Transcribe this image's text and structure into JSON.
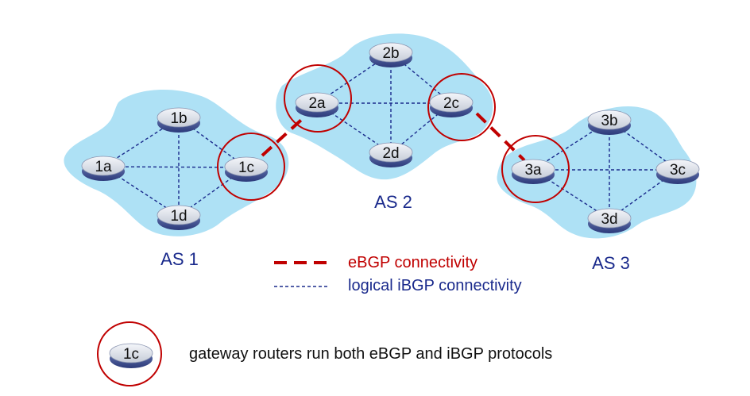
{
  "as_labels": {
    "as1": "AS 1",
    "as2": "AS 2",
    "as3": "AS 3"
  },
  "routers": {
    "r1a": "1a",
    "r1b": "1b",
    "r1c": "1c",
    "r1d": "1d",
    "r2a": "2a",
    "r2b": "2b",
    "r2c": "2c",
    "r2d": "2d",
    "r3a": "3a",
    "r3b": "3b",
    "r3c": "3c",
    "r3d": "3d"
  },
  "legend": {
    "ebgp": "eBGP connectivity",
    "ibgp": "logical iBGP connectivity"
  },
  "gateway_note": {
    "router": "1c",
    "text": "gateway routers run both eBGP and iBGP protocols"
  },
  "colors": {
    "cloud": "#aee1f5",
    "ebgp": "#c00000",
    "ibgp": "#1a2a8c",
    "gateway_ring": "#c00000",
    "as_label": "#1a2a8c"
  }
}
